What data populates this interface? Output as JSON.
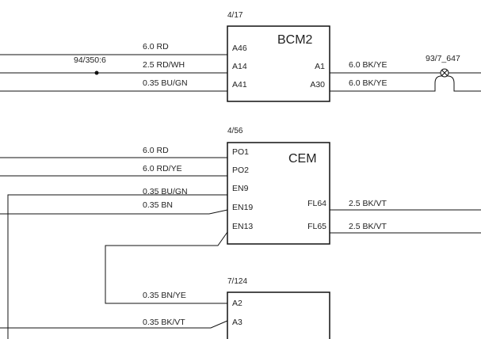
{
  "components": {
    "bcm2": {
      "ref": "4/17",
      "name": "BCM2",
      "pins": [
        "A46",
        "A14",
        "A41",
        "A1",
        "A30"
      ]
    },
    "cem": {
      "ref": "4/56",
      "name": "CEM",
      "pins": [
        "PO1",
        "PO2",
        "EN9",
        "EN19",
        "EN13",
        "FL64",
        "FL65"
      ]
    },
    "module_7_124": {
      "ref": "7/124",
      "name": "",
      "pins": [
        "A2",
        "A3"
      ]
    }
  },
  "wires": {
    "bcm2_a46": "6.0 RD",
    "bcm2_a14": "2.5 RD/WH",
    "bcm2_a41": "0.35 BU/GN",
    "bcm2_a1": "6.0 BK/YE",
    "bcm2_a30": "6.0 BK/YE",
    "cem_po1": "6.0 RD",
    "cem_po2": "6.0 RD/YE",
    "cem_en9": "0.35 BU/GN",
    "cem_en19": "0.35 BN",
    "cem_fl64": "2.5 BK/VT",
    "cem_fl65": "2.5 BK/VT",
    "m_a2": "0.35 BN/YE",
    "m_a3": "0.35 BK/VT"
  },
  "connectors": {
    "splice": "94/350:6",
    "ground": "93/7_647"
  }
}
